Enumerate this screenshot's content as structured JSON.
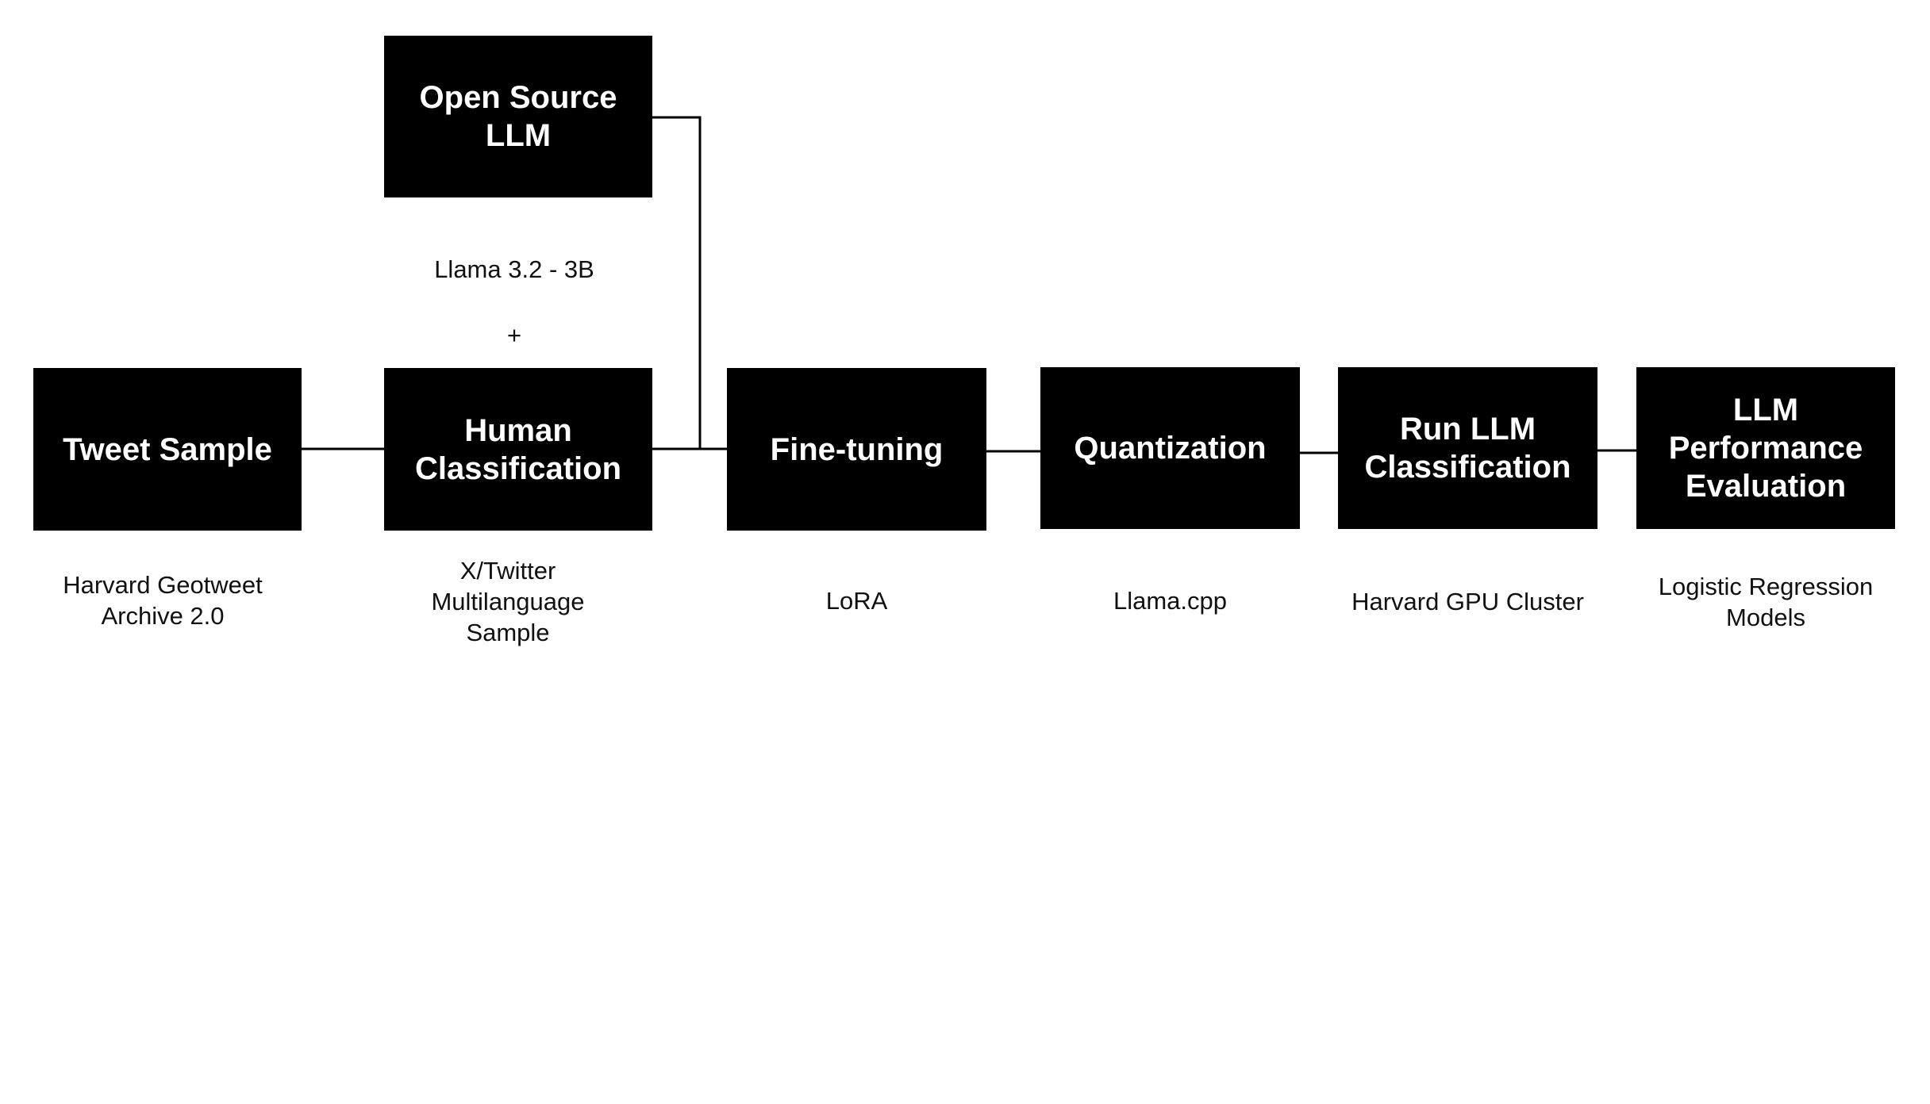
{
  "nodes": {
    "open_source_llm": "Open Source\nLLM",
    "tweet_sample": "Tweet Sample",
    "human_classification": "Human\nClassification",
    "fine_tuning": "Fine-tuning",
    "quantization": "Quantization",
    "run_llm_classification": "Run LLM\nClassification",
    "llm_performance_evaluation": "LLM\nPerformance\nEvaluation"
  },
  "captions": {
    "llama_model": "Llama 3.2 - 3B",
    "plus": "+",
    "tweet_sample": "Harvard Geotweet\nArchive 2.0",
    "human_classification": "X/Twitter\nMultilanguage\nSample",
    "fine_tuning": "LoRA",
    "quantization": "Llama.cpp",
    "run_llm_classification": "Harvard GPU Cluster",
    "llm_performance_evaluation": "Logistic Regression\nModels"
  },
  "colors": {
    "node_fill": "#000000",
    "node_text": "#ffffff",
    "line": "#000000",
    "caption_text": "#111111"
  }
}
